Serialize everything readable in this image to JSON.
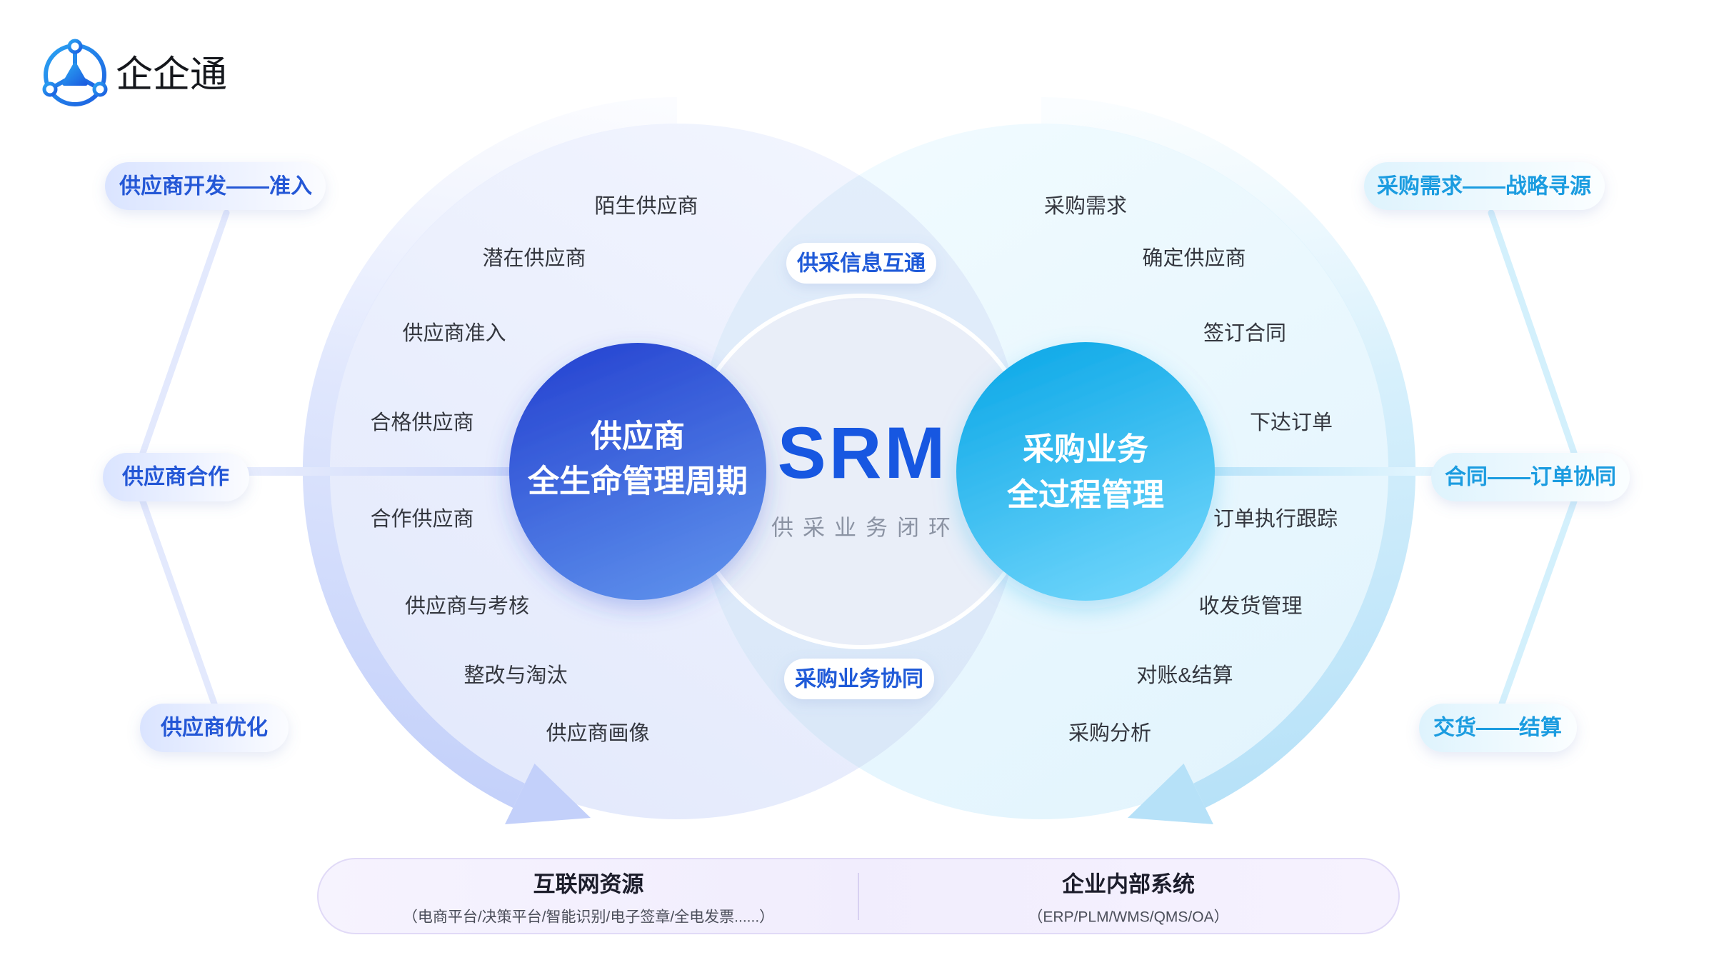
{
  "brand": {
    "name": "企企通",
    "logo_icon": "qiqitong-logo-icon",
    "color": "#1f66e6"
  },
  "hub": {
    "title": "SRM",
    "subtitle": "供采业务闭环",
    "top_link": "供采信息互通",
    "bottom_link": "采购业务协同"
  },
  "supplier": {
    "core_line1": "供应商",
    "core_line2": "全生命管理周期",
    "items": [
      "陌生供应商",
      "潜在供应商",
      "供应商准入",
      "合格供应商",
      "合作供应商",
      "供应商与考核",
      "整改与淘汰",
      "供应商画像"
    ],
    "stages": [
      "供应商开发——准入",
      "供应商合作",
      "供应商优化"
    ]
  },
  "procurement": {
    "core_line1": "采购业务",
    "core_line2": "全过程管理",
    "items": [
      "采购需求",
      "确定供应商",
      "签订合同",
      "下达订单",
      "订单执行跟踪",
      "收发货管理",
      "对账&结算",
      "采购分析"
    ],
    "stages": [
      "采购需求——战略寻源",
      "合同——订单协同",
      "交货——结算"
    ]
  },
  "foundation": [
    {
      "title": "互联网资源",
      "detail": "（电商平台/决策平台/智能识别/电子签章/全电发票......）"
    },
    {
      "title": "企业内部系统",
      "detail": "（ERP/PLM/WMS/QMS/OA）"
    }
  ],
  "colors": {
    "supplier_core": "#2c4dd4",
    "procurement_core": "#16abe9",
    "srm_title": "#1757e1",
    "supplier_stage_text": "#2457d6",
    "procurement_stage_text": "#1b9ce0",
    "foundation_bg": "#f3effd"
  }
}
